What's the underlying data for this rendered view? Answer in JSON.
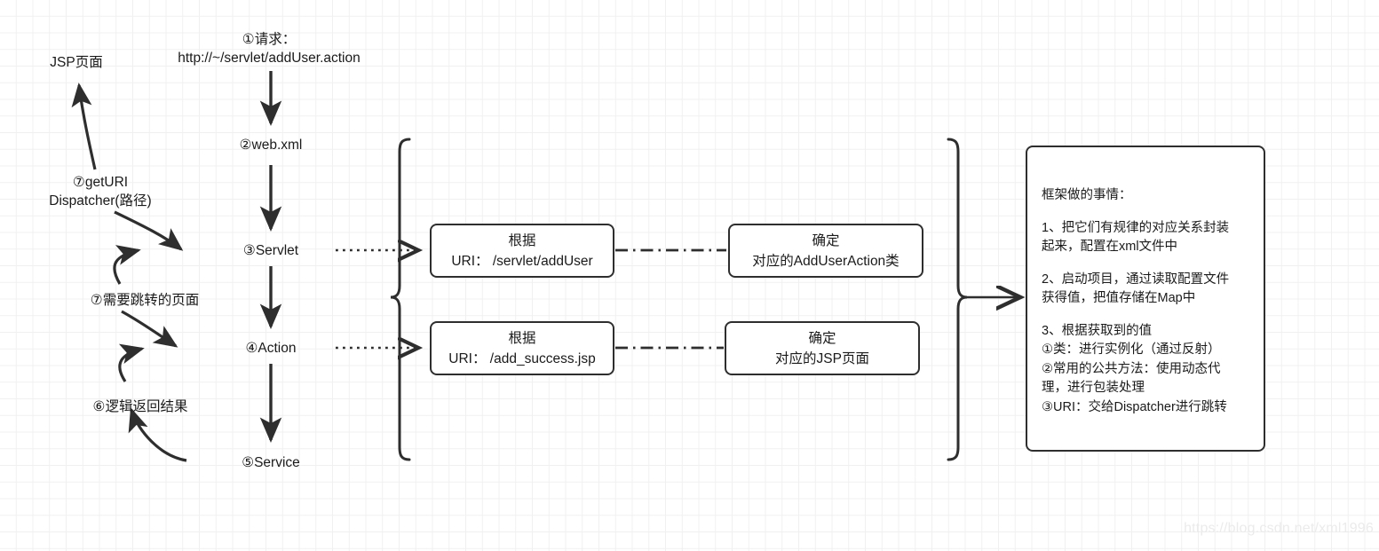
{
  "diagram": {
    "title_watermark": "https://blog.csdn.net/xml1996",
    "left_flow": {
      "jsp_page": "JSP页面",
      "get_uri_dispatcher": "⑦getURI\nDispatcher(路径)",
      "need_jump_page": "⑦需要跳转的页面",
      "logic_return_result": "⑥逻辑返回结果"
    },
    "main_column": {
      "request_label": "①请求：\nhttp://~/servlet/addUser.action",
      "request_line1": "①请求：",
      "request_line2": "http://~/servlet/addUser.action",
      "web_xml": "②web.xml",
      "servlet": "③Servlet",
      "action": "④Action",
      "service": "⑤Service"
    },
    "mapping_rows": [
      {
        "source_box": {
          "line1": "根据",
          "line2": "URI： /servlet/addUser"
        },
        "target_box": {
          "line1": "确定",
          "line2": "对应的AddUserAction类"
        }
      },
      {
        "source_box": {
          "line1": "根据",
          "line2": "URI： /add_success.jsp"
        },
        "target_box": {
          "line1": "确定",
          "line2": "对应的JSP页面"
        }
      }
    ],
    "framework_panel": {
      "heading": "框架做的事情：",
      "items": [
        "1、把它们有规律的对应关系封装\n起来，配置在xml文件中",
        "2、启动项目，通过读取配置文件\n获得值，把值存储在Map中",
        "3、根据获取到的值\n①类：进行实例化（通过反射）\n②常用的公共方法：使用动态代\n理，进行包装处理\n③URI：交给Dispatcher进行跳转"
      ]
    },
    "colors": {
      "stroke": "#2e2e2e",
      "text": "#1a1a1a",
      "grid_minor": "#f0f0f0",
      "grid_major": "#e2e2e2",
      "background": "#ffffff",
      "watermark": "#ebebeb"
    }
  }
}
